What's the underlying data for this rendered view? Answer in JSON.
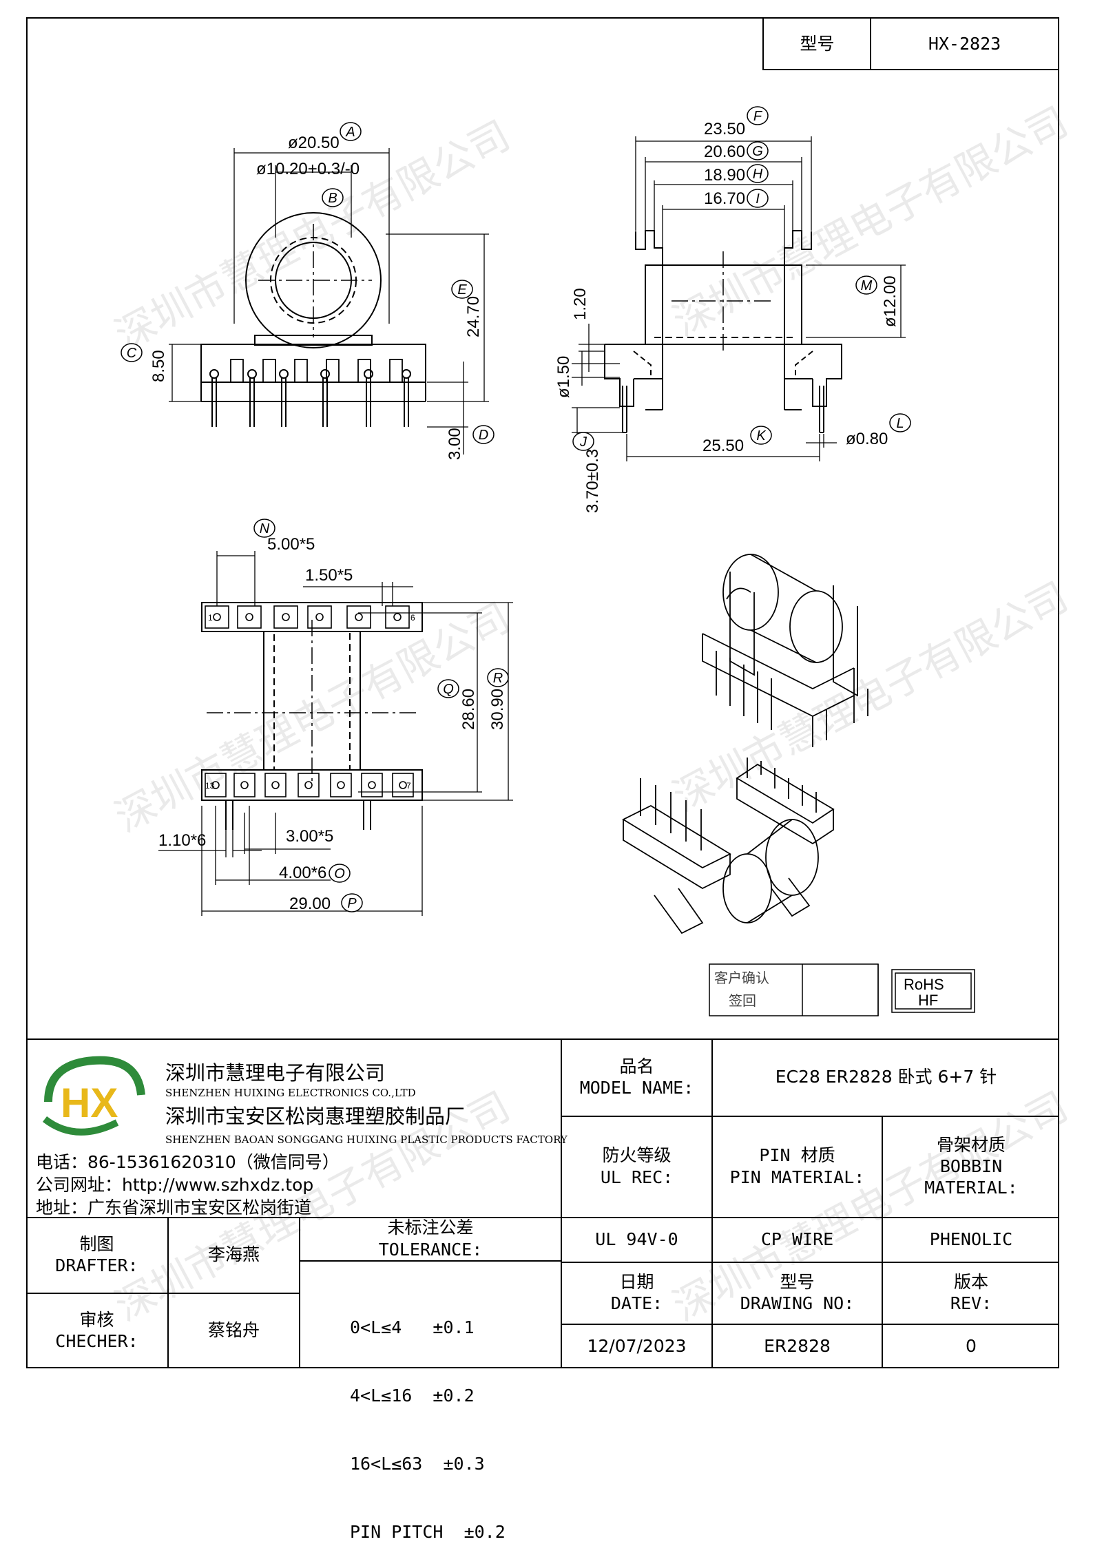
{
  "header": {
    "model_label": "型号",
    "model_value": "HX-2823"
  },
  "drawing": {
    "front": {
      "dim_A": "ø20.50",
      "callout_A": "A",
      "dim_B": "ø10.20+0.3/-0",
      "callout_B": "B",
      "dim_C": "8.50",
      "callout_C": "C",
      "dim_D": "3.00",
      "callout_D": "D",
      "dim_E": "24.70",
      "callout_E": "E"
    },
    "side": {
      "dim_F": "23.50",
      "callout_F": "F",
      "dim_G": "20.60",
      "callout_G": "G",
      "dim_H": "18.90",
      "callout_H": "H",
      "dim_I": "16.70",
      "callout_I": "I",
      "dim_M": "ø12.00",
      "callout_M": "M",
      "dim_120": "1.20",
      "dim_150": "ø1.50",
      "dim_J": "3.70±0.3",
      "callout_J": "J",
      "dim_K": "25.50",
      "callout_K": "K",
      "dim_L": "ø0.80",
      "callout_L": "L"
    },
    "bottom": {
      "dim_N": "5.00*5",
      "callout_N": "N",
      "dim_150x5": "1.50*5",
      "dim_Q": "28.60",
      "callout_Q": "Q",
      "dim_R": "30.90",
      "callout_R": "R",
      "dim_110": "1.10*6",
      "dim_300": "3.00*5",
      "dim_O": "4.00*6",
      "callout_O": "O",
      "dim_P": "29.00",
      "callout_P": "P",
      "pin_1": "1",
      "pin_6": "6",
      "pin_13": "13",
      "pin_7": "7"
    },
    "customer_confirm": "客户确认",
    "signature": "签回",
    "rohs": "RoHS",
    "hf": "HF"
  },
  "watermark": "深圳市慧理电子有限公司",
  "company": {
    "logo_letters": "HX",
    "name_cn": "深圳市慧理电子有限公司",
    "name_en": "SHENZHEN HUIXING ELECTRONICS CO.,LTD",
    "factory_cn": "深圳市宝安区松岗惠理塑胶制品厂",
    "factory_en": "SHENZHEN BAOAN SONGGANG HUIXING PLASTIC PRODUCTS FACTORY",
    "phone": "电话：86-15361620310（微信同号）",
    "website": "公司网址：http://www.szhxdz.top",
    "address": "地址：广东省深圳市宝安区松岗街道"
  },
  "title_block": {
    "model_name_cn": "品名",
    "model_name_en": "MODEL NAME:",
    "model_name_value": "EC28 ER2828 卧式 6+7 针",
    "ul_cn": "防火等级",
    "ul_en": "UL REC:",
    "pin_mat_cn": "PIN 材质",
    "pin_mat_en": "PIN MATERIAL:",
    "bobbin_cn": "骨架材质",
    "bobbin_en1": "BOBBIN",
    "bobbin_en2": "MATERIAL:",
    "ul_value": "UL 94V-0",
    "pin_value": "CP WIRE",
    "bobbin_value": "PHENOLIC",
    "drafter_cn": "制图",
    "drafter_en": "DRAFTER:",
    "drafter_name": "李海燕",
    "checker_cn": "审核",
    "checker_en": "CHECHER:",
    "checker_name": "蔡铭舟",
    "tolerance_cn": "未标注公差",
    "tolerance_en": "TOLERANCE:",
    "tolerances": [
      "0<L≤4   ±0.1",
      "4<L≤16  ±0.2",
      "16<L≤63  ±0.3",
      "PIN PITCH  ±0.2"
    ],
    "date_cn": "日期",
    "date_en": "DATE:",
    "drawing_no_cn": "型号",
    "drawing_no_en": "DRAWING NO:",
    "rev_cn": "版本",
    "rev_en": "REV:",
    "date_value": "12/07/2023",
    "drawing_no_value": "ER2828",
    "rev_value": "0"
  }
}
